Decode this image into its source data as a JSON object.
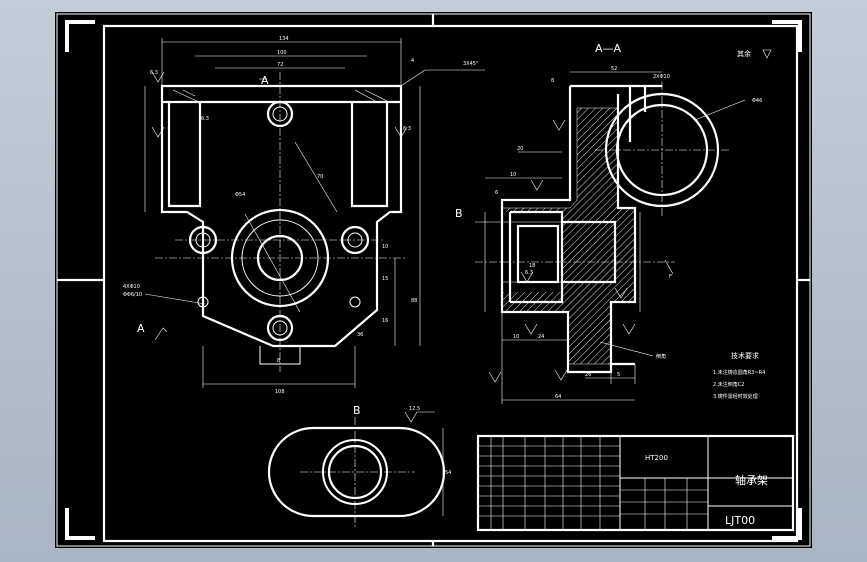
{
  "colors": {
    "background": "#b8c2ce",
    "sheet": "#000000",
    "line": "#ffffff"
  },
  "front_view": {
    "section_mark_top": "A",
    "section_mark_left": "A",
    "dims": {
      "overall_width": "134",
      "width_100": "100",
      "width_72": "72",
      "chamfer": "3X45°",
      "dim_4": "4",
      "rough_63": "6.3",
      "dia_54": "Φ54",
      "dim_70": "70",
      "bottom_width": "108",
      "dim_8": "8",
      "dim_16": "16",
      "dim_10": "10",
      "dim_36": "36",
      "dim_15": "15",
      "dim_88": "88",
      "hole_callout_1": "4XΦ10",
      "hole_callout_2": "ΦΦ6/10"
    }
  },
  "section_view": {
    "title": "A—A",
    "dims": {
      "dim_52": "52",
      "dim_8": "8",
      "hole_callout": "2XΦ10",
      "dia_46": "Φ46",
      "dim_20": "20",
      "dim_10": "10",
      "dim_6": "6",
      "dim_18": "18",
      "dim_24": "24",
      "dim_26": "26",
      "dim_64": "64",
      "dim_5": "5",
      "rough_63": "6.3",
      "bottom_note": "倒角"
    },
    "mark_b": "B",
    "mark_f": "F"
  },
  "roughness_note": "其余",
  "view_b": {
    "label": "B",
    "rough": "12.5",
    "dim_54": "54"
  },
  "tech_req": {
    "title": "技术要求",
    "items": [
      "1.未注铸造圆角R3~R4",
      "2.未注倒角C2",
      "3.铸件需经时效处理"
    ]
  },
  "title_block": {
    "material": "HT200",
    "part_name": "轴承架",
    "drawing_no": "LJT00"
  }
}
